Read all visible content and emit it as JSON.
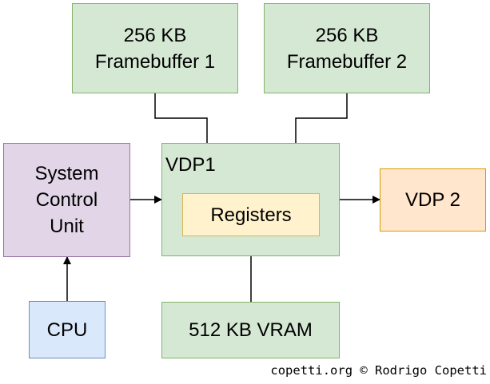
{
  "diagram": {
    "nodes": {
      "framebuffer1": "256 KB\nFramebuffer 1",
      "framebuffer2": "256 KB\nFramebuffer 2",
      "scu": "System\nControl\nUnit",
      "vdp1": "VDP1",
      "registers": "Registers",
      "vdp2": "VDP 2",
      "cpu": "CPU",
      "vram": "512 KB VRAM"
    },
    "edges": [
      {
        "from": "framebuffer1",
        "to": "vdp1",
        "arrow": false
      },
      {
        "from": "framebuffer2",
        "to": "vdp1",
        "arrow": false
      },
      {
        "from": "scu",
        "to": "vdp1",
        "arrow": true
      },
      {
        "from": "vdp1",
        "to": "vdp2",
        "arrow": true
      },
      {
        "from": "cpu",
        "to": "scu",
        "arrow": true
      },
      {
        "from": "vdp1",
        "to": "vram",
        "arrow": false
      }
    ],
    "colors": {
      "memory_fill": "#d5e8d4",
      "memory_stroke": "#82b366",
      "scu_fill": "#e1d5e7",
      "scu_stroke": "#9673a6",
      "cpu_fill": "#dae8fc",
      "cpu_stroke": "#6c8ebf",
      "vdp2_fill": "#ffe6cc",
      "vdp2_stroke": "#d79b00",
      "registers_fill": "#fff2cc",
      "registers_stroke": "#d6b656"
    }
  },
  "credit": "copetti.org © Rodrigo Copetti"
}
